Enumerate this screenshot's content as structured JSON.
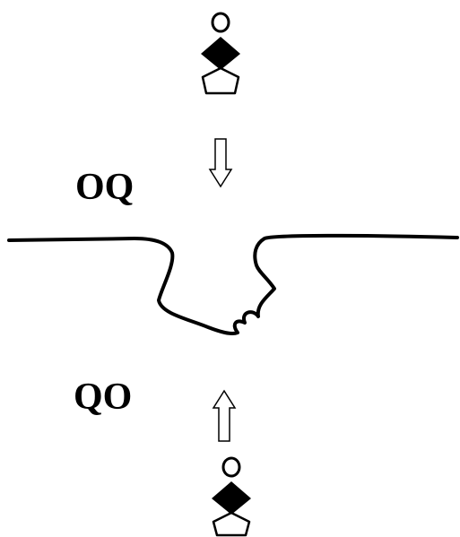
{
  "labels": {
    "top": "OQ",
    "bottom": "QO"
  },
  "figures": {
    "top_figure_icon": "person-diamond-pentagon",
    "bottom_figure_icon": "person-diamond-pentagon",
    "top_arrow_icon": "down-arrow",
    "bottom_arrow_icon": "up-arrow"
  },
  "colors": {
    "stroke": "#000000",
    "background": "#ffffff"
  }
}
